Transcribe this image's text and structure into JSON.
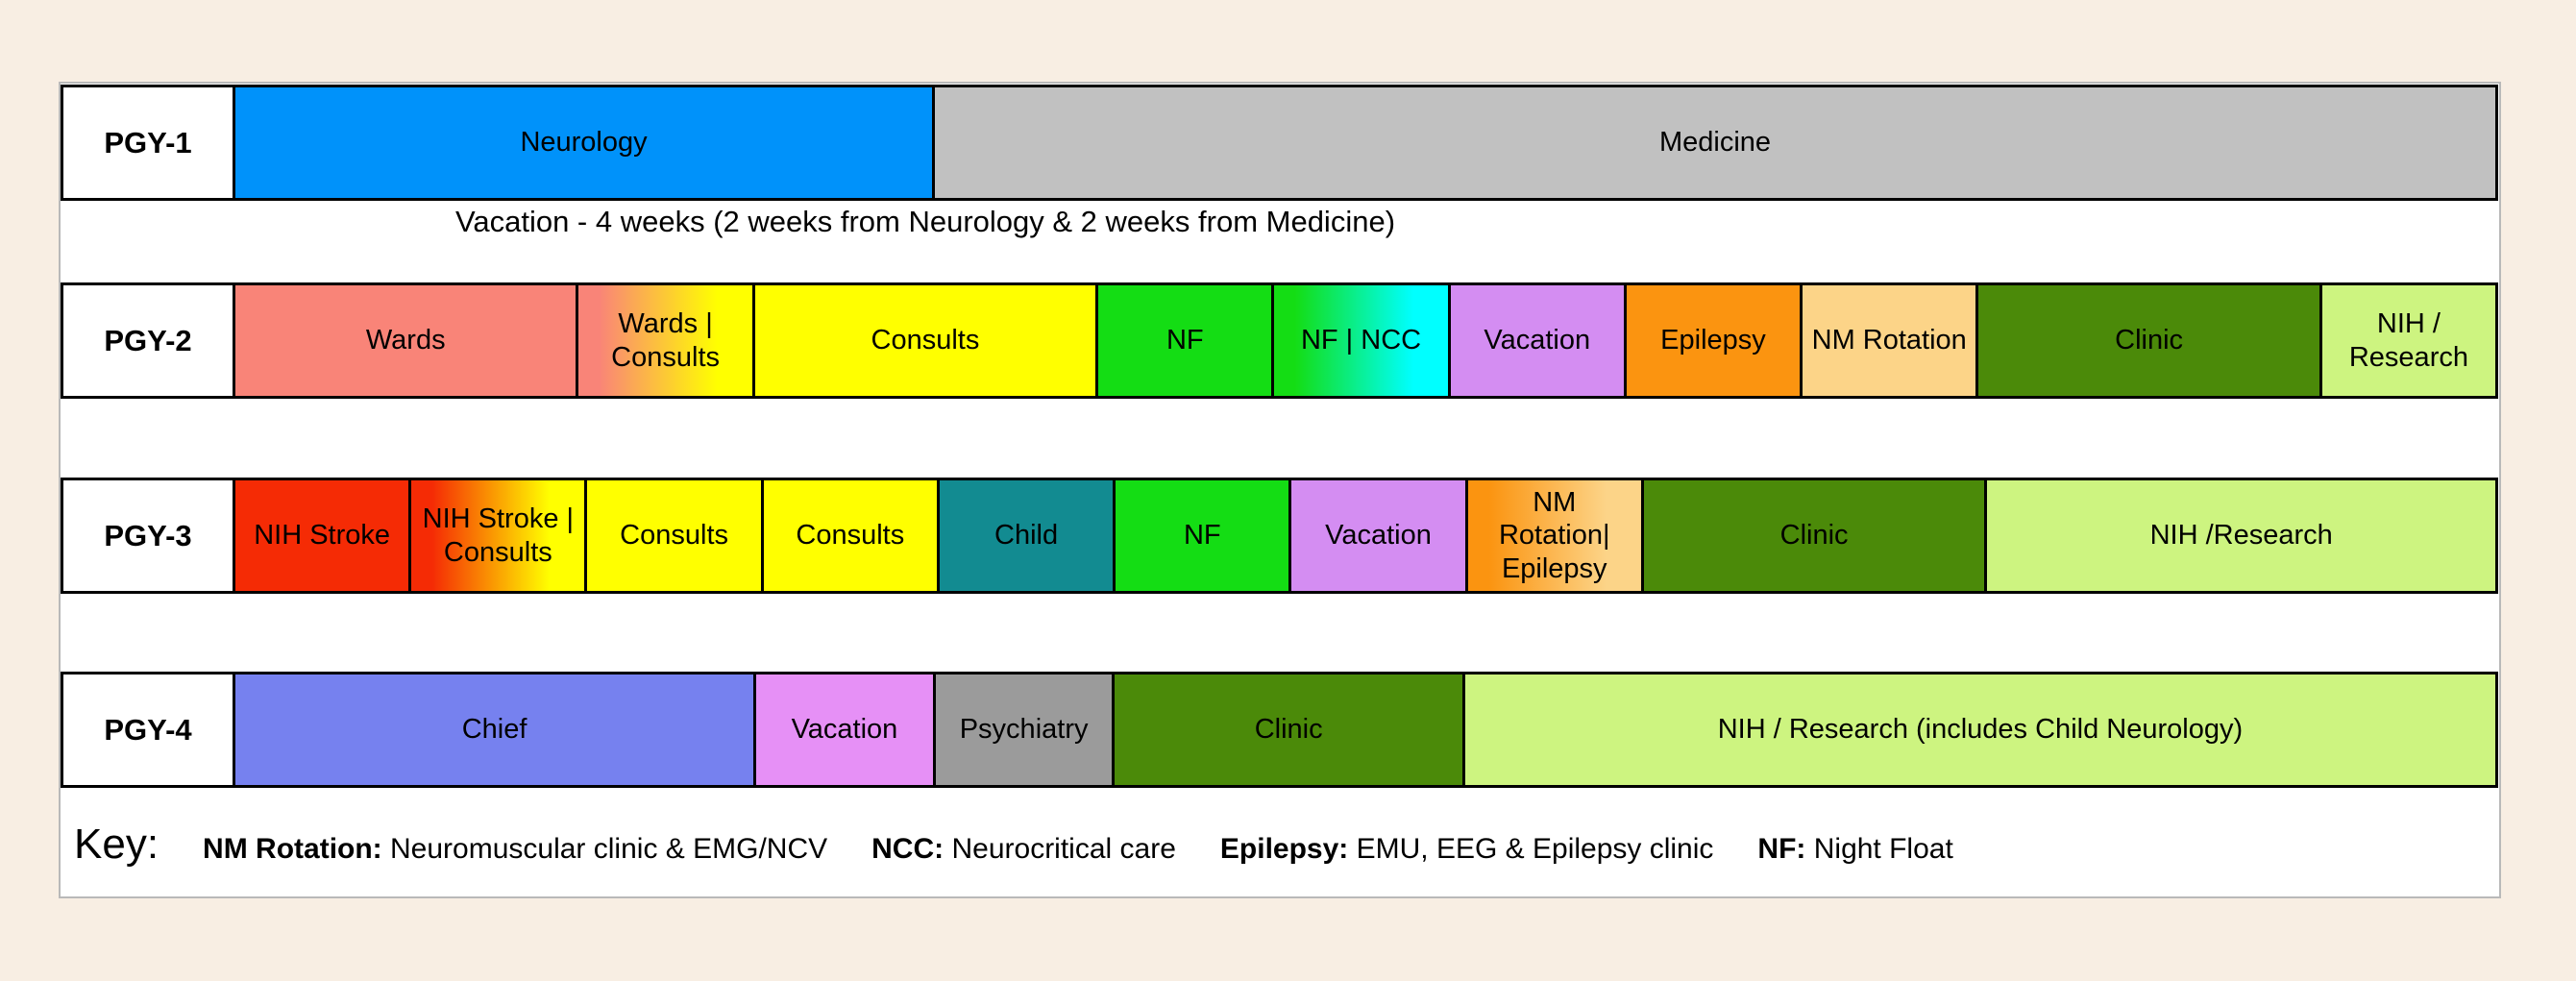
{
  "colors": {
    "page_background": "#f8eee3",
    "panel_background": "#ffffff",
    "panel_border": "#b9b9b9",
    "block_border": "#000000"
  },
  "chart_data": {
    "type": "table",
    "title": "",
    "layout_hint": "residency rotation block schedule; each row is one training year, block width proportional to rotation length (span units, 26 units per row)",
    "rows": [
      {
        "label": "PGY-1",
        "blocks": [
          {
            "text": "Neurology",
            "span": 8,
            "color": "#0092fa"
          },
          {
            "text": "Medicine",
            "span": 18,
            "color": "#c1c1c1"
          }
        ]
      },
      {
        "label": "PGY-2",
        "blocks": [
          {
            "text": "Wards",
            "span": 4,
            "color": "#f98478"
          },
          {
            "text": "Wards |\nConsults",
            "span": 2,
            "gradient": [
              "#f98478",
              "#ffff00"
            ]
          },
          {
            "text": "Consults",
            "span": 4,
            "color": "#ffff00"
          },
          {
            "text": "NF",
            "span": 2,
            "color": "#14dd14"
          },
          {
            "text": "NF | NCC",
            "span": 2,
            "gradient": [
              "#14dd14",
              "#00ffff"
            ]
          },
          {
            "text": "Vacation",
            "span": 2,
            "color": "#d48df2"
          },
          {
            "text": "Epilepsy",
            "span": 2,
            "color": "#fb9410"
          },
          {
            "text": "NM Rotation",
            "span": 2,
            "color": "#fcd488"
          },
          {
            "text": "Clinic",
            "span": 4,
            "color": "#4b8a09"
          },
          {
            "text": "NIH /\nResearch",
            "span": 2,
            "color": "#cdf480"
          }
        ]
      },
      {
        "label": "PGY-3",
        "blocks": [
          {
            "text": "NIH Stroke",
            "span": 2,
            "color": "#f52b05"
          },
          {
            "text": "NIH Stroke |\nConsults",
            "span": 2,
            "gradient": [
              "#f52b05",
              "#ffff00"
            ]
          },
          {
            "text": "Consults",
            "span": 2,
            "color": "#ffff00"
          },
          {
            "text": "Consults",
            "span": 2,
            "color": "#ffff00"
          },
          {
            "text": "Child",
            "span": 2,
            "color": "#128b91"
          },
          {
            "text": "NF",
            "span": 2,
            "color": "#14dd14"
          },
          {
            "text": "Vacation",
            "span": 2,
            "color": "#d48df2"
          },
          {
            "text": "NM\nRotation|\nEpilepsy",
            "span": 2,
            "gradient": [
              "#fb9410",
              "#fcd488"
            ]
          },
          {
            "text": "Clinic",
            "span": 4,
            "color": "#4b8a09"
          },
          {
            "text": "NIH /Research",
            "span": 6,
            "color": "#cdf480"
          }
        ]
      },
      {
        "label": "PGY-4",
        "blocks": [
          {
            "text": "Chief",
            "span": 6,
            "color": "#7681ef"
          },
          {
            "text": "Vacation",
            "span": 2,
            "color": "#e690f6"
          },
          {
            "text": "Psychiatry",
            "span": 2,
            "color": "#9b9b9b"
          },
          {
            "text": "Clinic",
            "span": 4,
            "color": "#4b8a09"
          },
          {
            "text": "NIH / Research (includes Child Neurology)",
            "span": 12,
            "color": "#cdf480"
          }
        ]
      }
    ],
    "vacation_note": "Vacation - 4 weeks (2 weeks from Neurology & 2 weeks from Medicine)",
    "key": {
      "title": "Key:",
      "entries": [
        {
          "term": "NM Rotation:",
          "definition": "Neuromuscular clinic & EMG/NCV"
        },
        {
          "term": "NCC:",
          "definition": "Neurocritical care"
        },
        {
          "term": "Epilepsy:",
          "definition": "EMU, EEG & Epilepsy clinic"
        },
        {
          "term": "NF:",
          "definition": "Night Float"
        }
      ]
    }
  }
}
